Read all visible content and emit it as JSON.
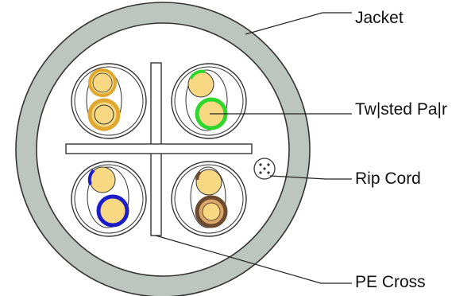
{
  "labels": {
    "jacket": "Jacket",
    "twisted_pair": "Tw|sted Pa|r",
    "rip_cord": "Rip Cord",
    "pe_cross": "PE Cross"
  },
  "colors": {
    "jacket": "#bcc5c0",
    "outline": "#333333",
    "conductor": "#f9d884",
    "pair_orange": "#e0a82e",
    "pair_green": "#2ed62e",
    "pair_blue": "#1d1dc8",
    "pair_brown": "#6b4a2e"
  },
  "pairs": [
    {
      "name": "orange",
      "color_key": "pair_orange"
    },
    {
      "name": "green",
      "color_key": "pair_green"
    },
    {
      "name": "blue",
      "color_key": "pair_blue"
    },
    {
      "name": "brown",
      "color_key": "pair_brown"
    }
  ]
}
